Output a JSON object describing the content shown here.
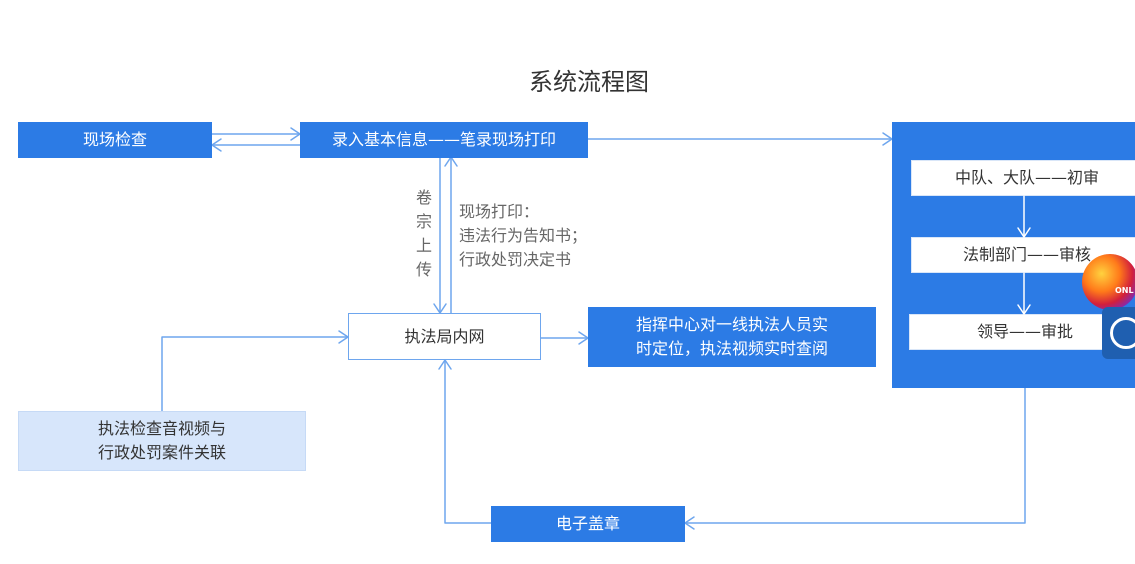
{
  "diagram": {
    "title": "系统流程图",
    "onsite_inspection": "现场检查",
    "record_entry": "录入基本信息——笔录现场打印",
    "archive_upload": "卷宗上传",
    "print_notes": [
      "现场打印：",
      "违法行为告知书；",
      "行政处罚决定书"
    ],
    "intranet": "执法局内网",
    "command_center": [
      "指挥中心对一线执法人员实",
      "时定位，执法视频实时查阅"
    ],
    "av_link": [
      "执法检查音视频与",
      "行政处罚案件关联"
    ],
    "e_seal": "电子盖章",
    "review_panel": {
      "first_review": "中队、大队——初审",
      "legal_review": "法制部门——审核",
      "approval": "领导——审批"
    }
  },
  "colors": {
    "primary": "#2c7be5",
    "arrow": "#6ea6ee",
    "light_fill": "#d7e6fb"
  },
  "icons": [
    "hot-air-balloon-icon",
    "chat-icon"
  ]
}
